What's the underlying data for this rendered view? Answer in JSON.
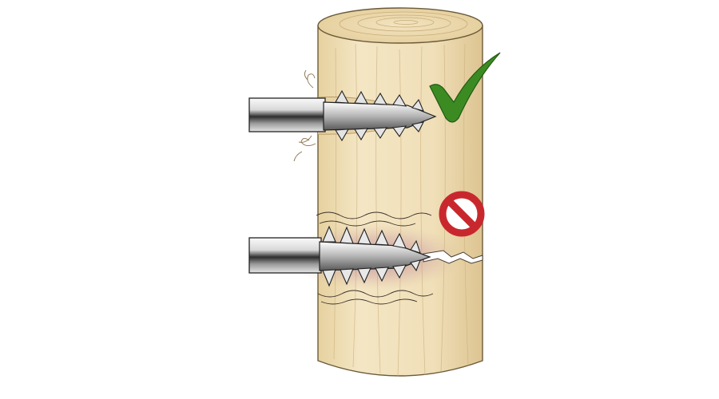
{
  "colors": {
    "background": "#ffffff",
    "wood": "#f0dfb8",
    "wood_shade": "#dcc38f",
    "wood_grain": "#c9ad7a",
    "metal_light": "#f2f2f2",
    "metal_mid": "#a9a9a9",
    "metal_dark": "#3c3c3c",
    "check_green": "#3c8b22",
    "no_red": "#c8282d"
  },
  "icons": {
    "correct": "check-mark-icon",
    "incorrect": "prohibition-icon"
  },
  "diagram": {
    "subjects": [
      "wood-log",
      "screw-correct",
      "screw-incorrect"
    ]
  }
}
